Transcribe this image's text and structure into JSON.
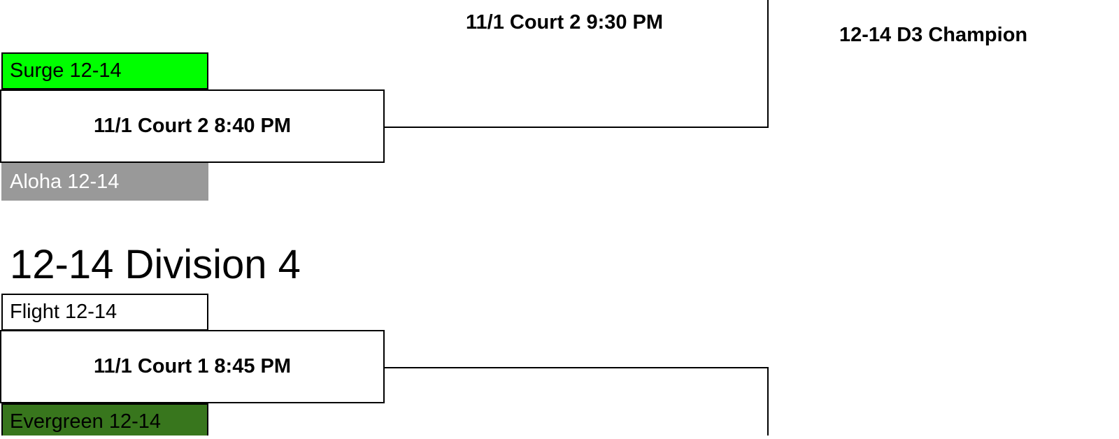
{
  "division3": {
    "final_game": "11/1 Court 2 9:30 PM",
    "champion_label": "12-14 D3 Champion",
    "team_top": {
      "name": "Surge 12-14",
      "bg": "#00ff00",
      "fg": "#000000"
    },
    "game": "11/1 Court 2 8:40 PM",
    "team_bottom": {
      "name": "Aloha 12-14",
      "bg": "#999999",
      "fg": "#ffffff"
    }
  },
  "division4": {
    "title": "12-14 Division 4",
    "team_top": {
      "name": "Flight 12-14",
      "bg": "#ffffff",
      "fg": "#000000"
    },
    "game": "11/1 Court 1 8:45 PM",
    "team_bottom": {
      "name": "Evergreen 12-14",
      "bg": "#38761d",
      "fg": "#000000"
    }
  }
}
